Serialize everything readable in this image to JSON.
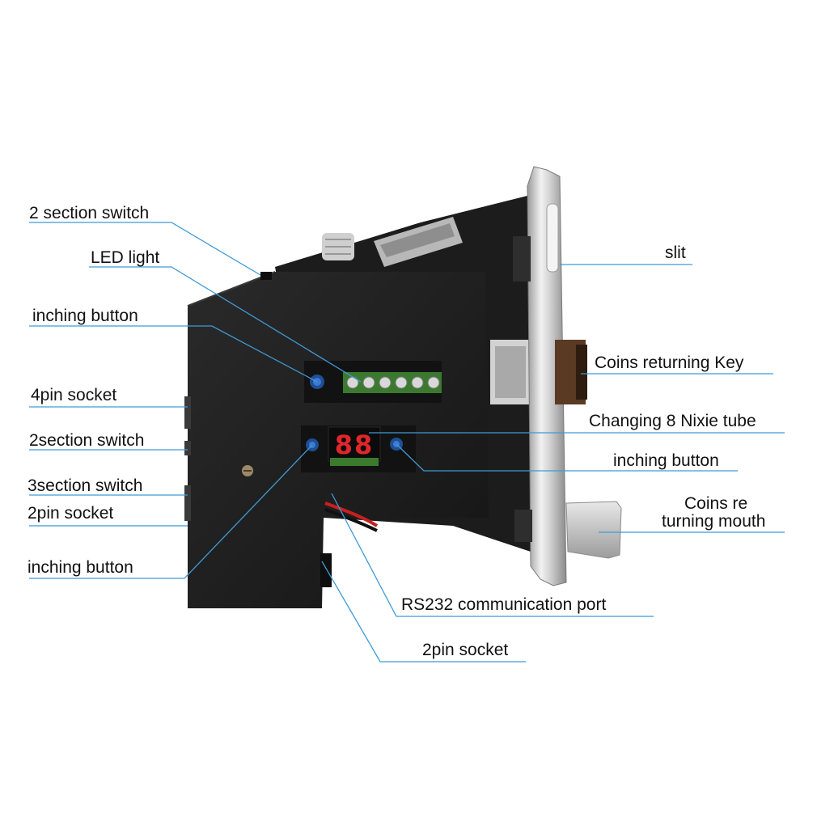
{
  "colors": {
    "background": "#ffffff",
    "leader_line": "#3f9ad6",
    "device_body": "#202020",
    "nixie_digits": "#e0262a",
    "pcb_green": "#3b7a2e",
    "panel_chrome": "#d9d9d9",
    "label_text": "#111111"
  },
  "labels": {
    "two_section_switch_top": "2 section switch",
    "led_light": "LED light",
    "inching_button_top": "inching button",
    "four_pin_socket": "4pin socket",
    "two_section_switch_mid": "2section switch",
    "three_section_switch": "3section switch",
    "two_pin_socket_left": "2pin socket",
    "inching_button_left": "inching button",
    "slit": "slit",
    "coins_returning_key": "Coins returning Key",
    "changing_nixie_tube": "Changing 8 Nixie tube",
    "inching_button_right": "inching button",
    "coins_returning_mouth_line1": "Coins re",
    "coins_returning_mouth_line2": "turning mouth",
    "rs232_port": "RS232 communication port",
    "two_pin_socket_bottom": "2pin socket"
  },
  "device": {
    "nixie_display": "88"
  }
}
